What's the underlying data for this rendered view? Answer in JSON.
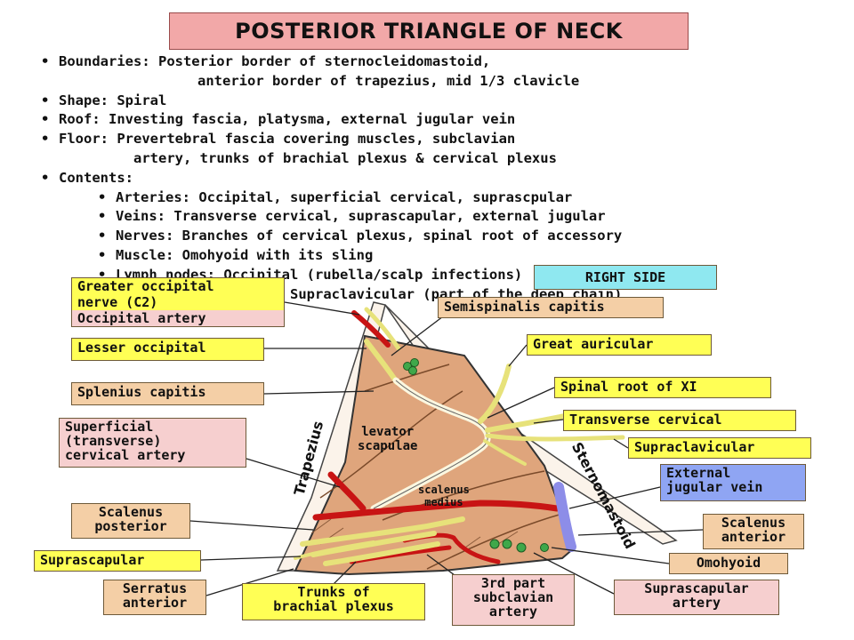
{
  "title": "POSTERIOR TRIANGLE OF NECK",
  "notes": {
    "boundaries_1": "Boundaries: Posterior border of sternocleidomastoid,",
    "boundaries_2": "anterior border of trapezius, mid 1/3 clavicle",
    "shape": "Shape: Spiral",
    "roof": "Roof: Investing fascia, platysma, external jugular vein",
    "floor_1": "Floor: Prevertebral fascia covering muscles, subclavian",
    "floor_2": "artery, trunks of brachial plexus & cervical plexus",
    "contents": "Contents:",
    "arteries": "Arteries: Occipital, superficial cervical, suprascpular",
    "veins": "Veins: Transverse cervical, suprascapular, external jugular",
    "nerves": "Nerves: Branches of cervical plexus, spinal root of accessory",
    "muscle": "Muscle: Omohyoid with its sling",
    "lymph_1": "Lymph nodes: Occipital (rubella/scalp infections)",
    "lymph_2": "Supraclavicular (part of the deep chain)"
  },
  "side_label": "RIGHT SIDE",
  "labels": {
    "greater_occipital_1": "Greater occipital",
    "greater_occipital_2": "nerve (C2)",
    "occipital_artery": "Occipital artery",
    "lesser_occipital": "Lesser occipital",
    "splenius": "Splenius capitis",
    "superficial_1": "Superficial",
    "superficial_2": "(transverse)",
    "superficial_3": "cervical artery",
    "scalenus_post_1": "Scalenus",
    "scalenus_post_2": "posterior",
    "suprascapular_nerve": "Suprascapular",
    "serratus_1": "Serratus",
    "serratus_2": "anterior",
    "trunks_1": "Trunks of",
    "trunks_2": "brachial plexus",
    "third_1": "3rd part",
    "third_2": "subclavian",
    "third_3": "artery",
    "supra_art_1": "Suprascapular",
    "supra_art_2": "artery",
    "semispinalis": "Semispinalis capitis",
    "great_auricular": "Great auricular",
    "spinal_root": "Spinal root of XI",
    "transverse_cervical": "Transverse cervical",
    "supraclavicular": "Supraclavicular",
    "ext_jugular_1": "External",
    "ext_jugular_2": "jugular vein",
    "scalenus_ant_1": "Scalenus",
    "scalenus_ant_2": "anterior",
    "omohyoid": "Omohyoid"
  },
  "in_diagram": {
    "trapezius": "Trapezius",
    "sternomastoid": "Sternomastoid",
    "levator_1": "levator",
    "levator_2": "scapulae",
    "scalenus_medius_1": "scalenus",
    "scalenus_medius_2": "medius"
  },
  "colors": {
    "muscle": "#dfa57c",
    "artery": "#c81414",
    "nerve": "#e7e27a",
    "vein": "#8d8de8",
    "node": "#3fa84a"
  }
}
